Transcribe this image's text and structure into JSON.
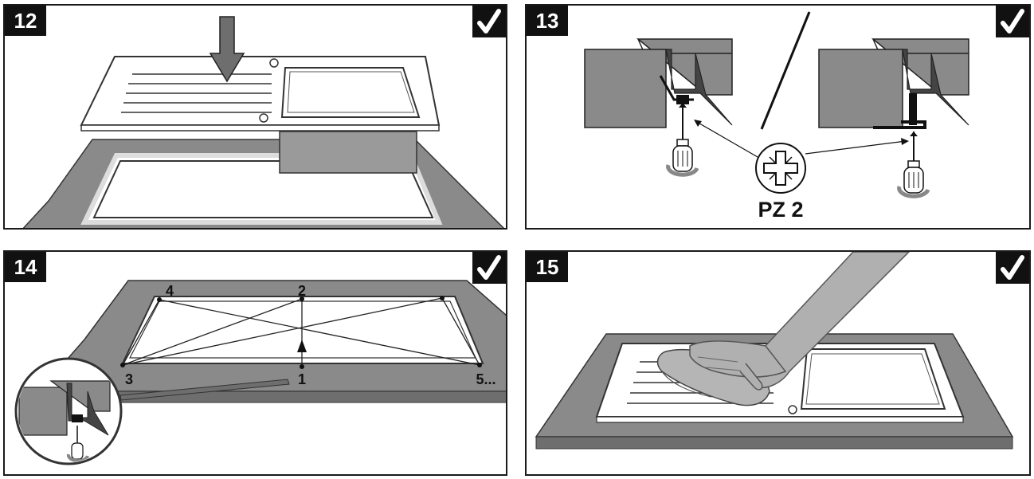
{
  "panels": [
    {
      "step": "12"
    },
    {
      "step": "13"
    },
    {
      "step": "14"
    },
    {
      "step": "15"
    }
  ],
  "panel13": {
    "driver_label": "PZ 2"
  },
  "panel14": {
    "order_labels": [
      "1",
      "2",
      "3",
      "4",
      "5..."
    ]
  },
  "colors": {
    "countertop": "#8a8a8a",
    "sink_edge": "#555555",
    "badge": "#111111"
  }
}
